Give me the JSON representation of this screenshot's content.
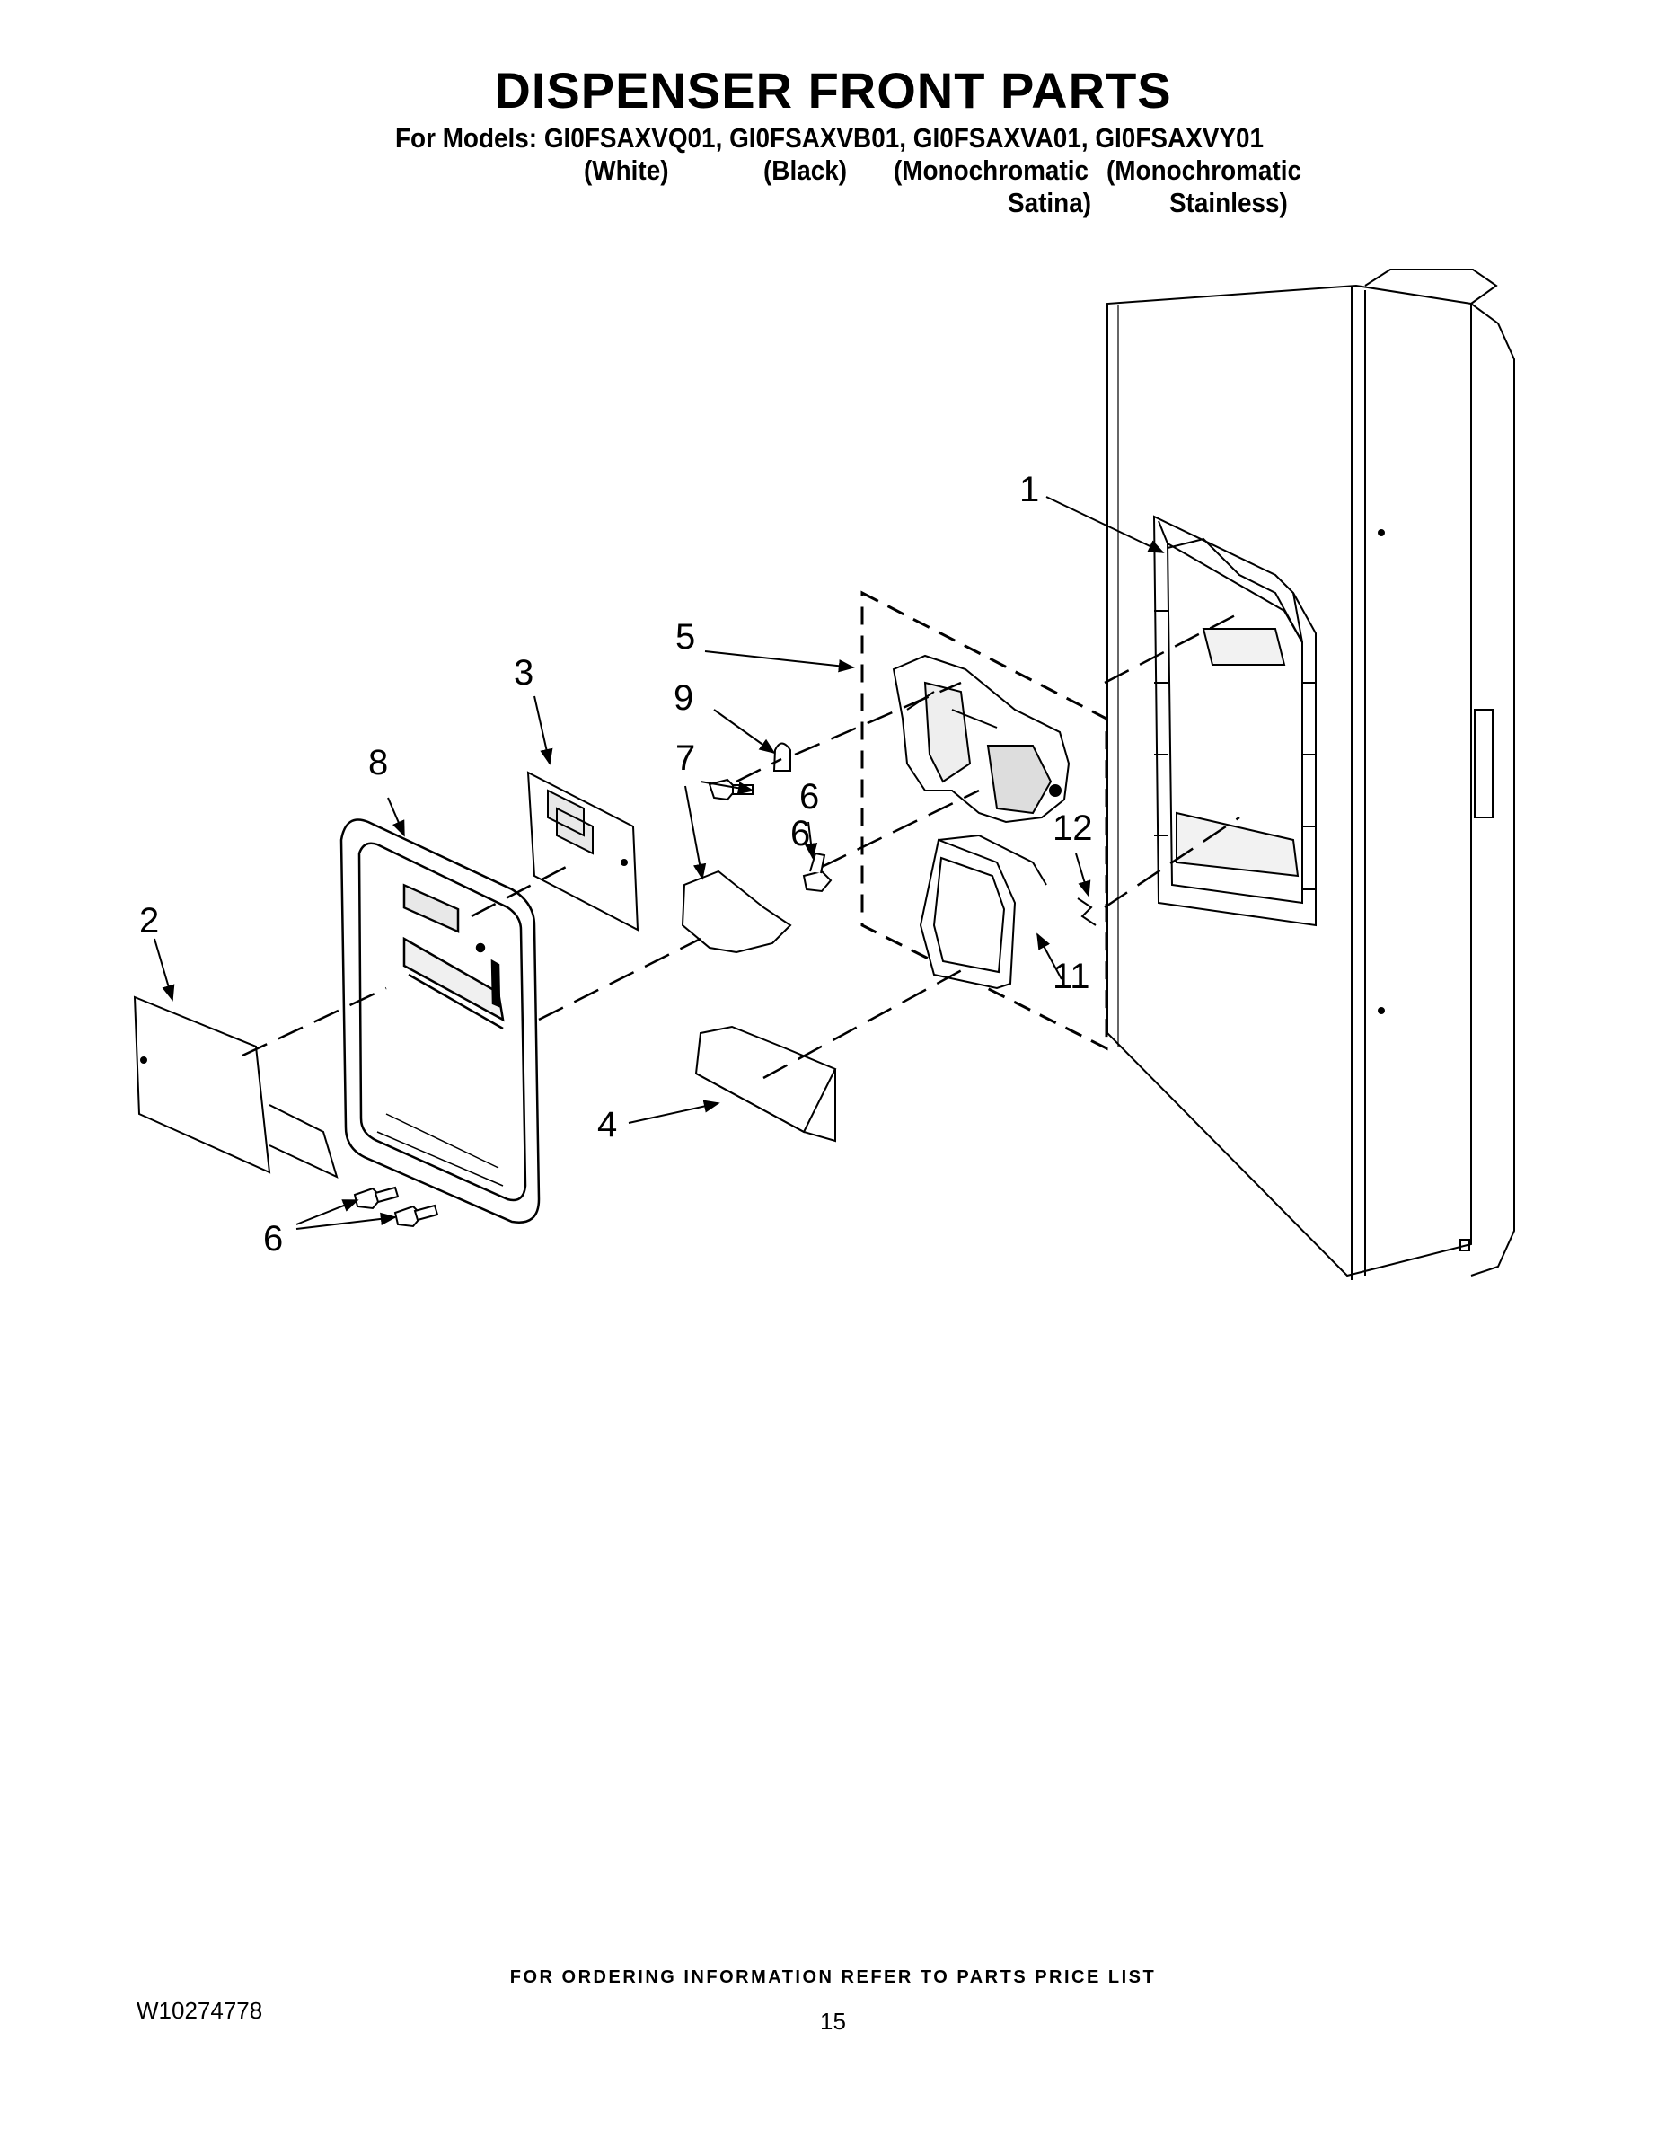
{
  "header": {
    "title": "DISPENSER FRONT PARTS",
    "models_line": "For Models: GI0FSAXVQ01, GI0FSAXVB01, GI0FSAXVA01, GI0FSAXVY01",
    "variant_white": "(White)",
    "variant_black": "(Black)",
    "variant_mono_satina_1": "(Monochromatic",
    "variant_mono_satina_2": "Satina)",
    "variant_mono_stainless_1": "(Monochromatic",
    "variant_mono_stainless_2": "Stainless)"
  },
  "callouts": {
    "c1": "1",
    "c2": "2",
    "c3": "3",
    "c4": "4",
    "c5": "5",
    "c6a": "6",
    "c6b": "6",
    "c6c": "6",
    "c7": "7",
    "c8": "8",
    "c9": "9",
    "c11": "11",
    "c12": "12"
  },
  "footer": {
    "ordering_note": "FOR ORDERING INFORMATION REFER TO PARTS PRICE LIST",
    "document_number": "W10274778",
    "page_number": "15"
  }
}
